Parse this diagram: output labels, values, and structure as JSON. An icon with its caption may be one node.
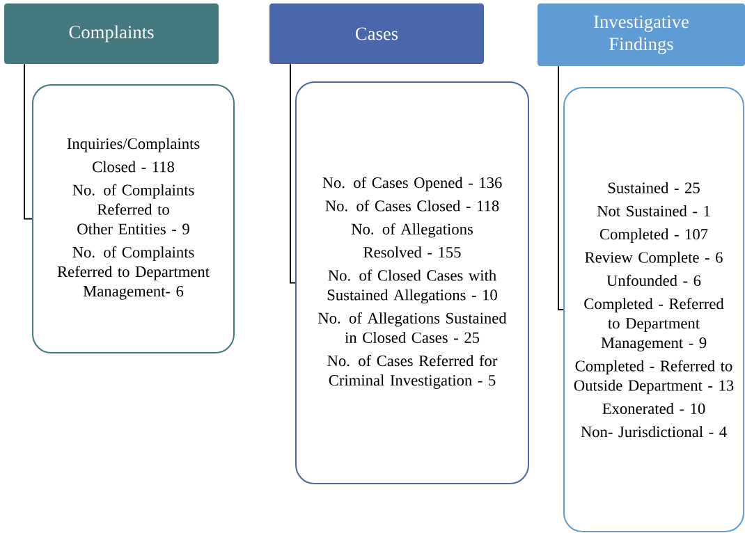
{
  "diagram": {
    "nodes": [
      {
        "text": [
          "Complaints"
        ]
      },
      {
        "text": [
          "Inquiries/Complaints",
          "Closed - 118",
          "No. of Complaints Referred to Other Entities - 9",
          "No. of Complaints Referred to Department Management- 6"
        ]
      },
      {
        "text": [
          "Cases"
        ]
      },
      {
        "text": [
          "No. of Cases Opened - 136",
          "No. of Cases Closed - 118",
          "No. of Allegations",
          "Resolved - 155",
          "No. of Closed Cases with Sustained  Allegations - 10",
          "No. of Allegations Sustained in Closed Cases - 25",
          "No. of Cases Referred for Criminal Investigation - 5"
        ]
      },
      {
        "text": [
          "Investigative Findings"
        ]
      },
      {
        "text": [
          "Sustained - 25",
          "Not Sustained - 1",
          "Completed - 107",
          "Review Complete - 6",
          "Unfounded - 6",
          "Completed - Referred to Department Management - 9",
          "Completed - Referred to Outside Department - 13",
          "Exonerated - 10",
          "Non- Jurisdictional - 4"
        ]
      }
    ],
    "edges": [
      {
        "from": 0,
        "to": 1,
        "arrow": "none"
      },
      {
        "from": 2,
        "to": 3,
        "arrow": "none"
      },
      {
        "from": 4,
        "to": 5,
        "arrow": "none"
      }
    ]
  }
}
